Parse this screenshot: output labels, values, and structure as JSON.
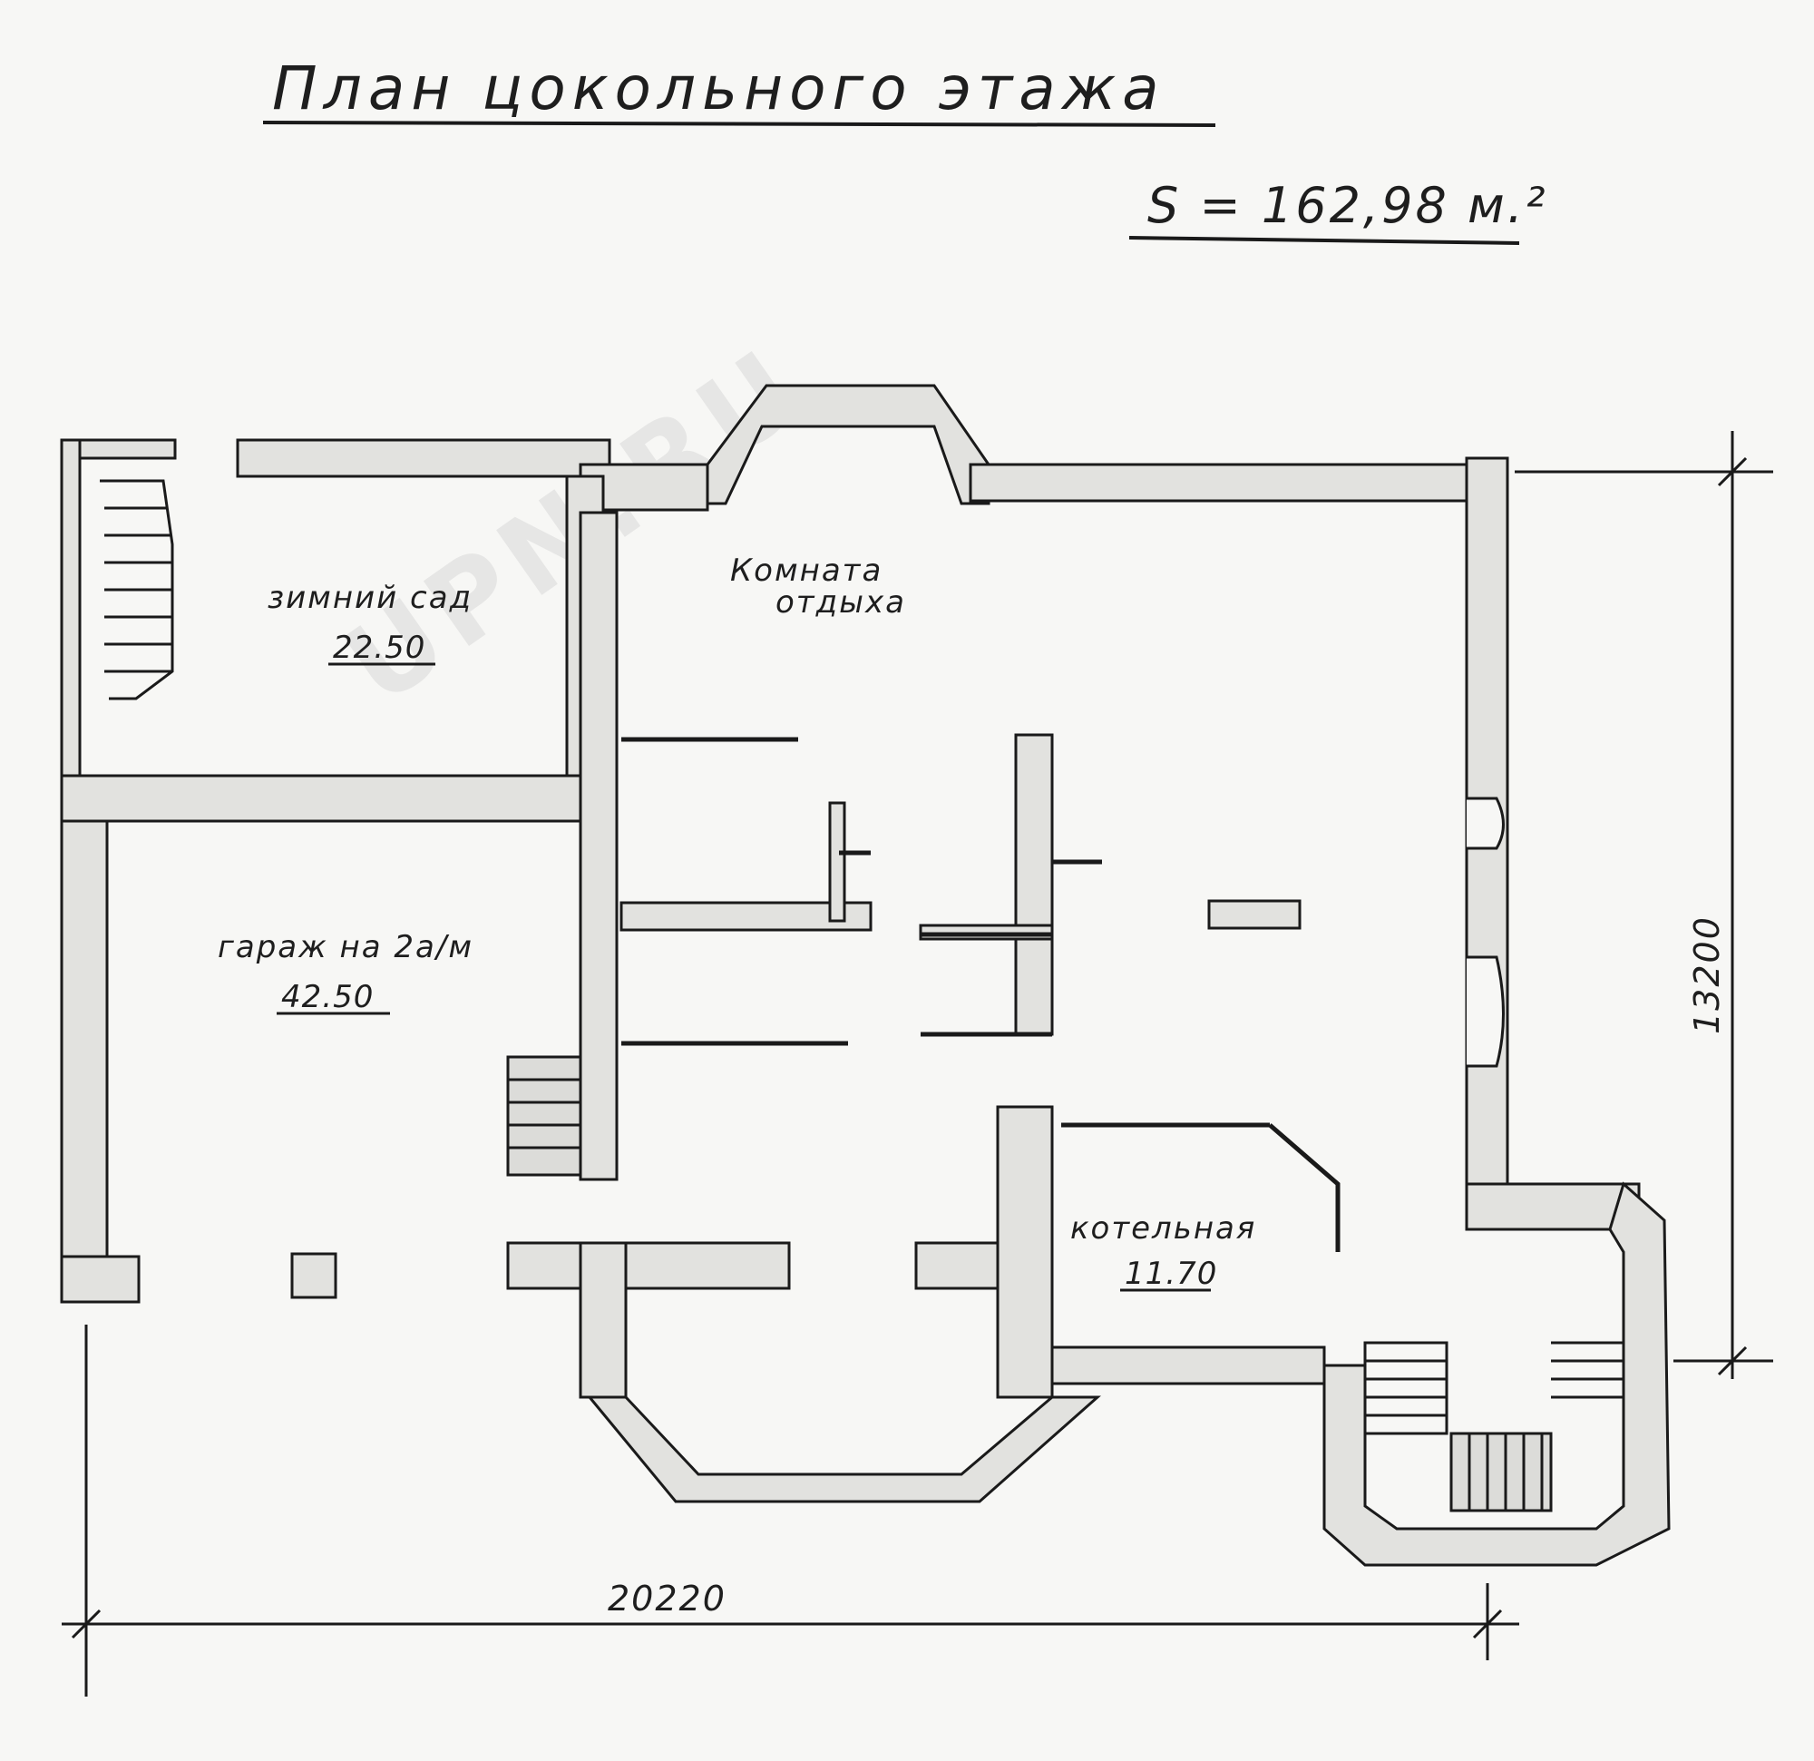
{
  "title": "План цокольного этажа",
  "total_area": "S = 162,98 м.²",
  "rooms": {
    "winter_garden": {
      "name": "зимний сад",
      "area": "22.50"
    },
    "rest_room": {
      "name_line1": "Комната",
      "name_line2": "отдыха"
    },
    "garage": {
      "name": "гараж на 2а/м",
      "area": "42.50"
    },
    "boiler_room": {
      "name": "котельная",
      "area": "11.70"
    }
  },
  "dimensions": {
    "width": "20220",
    "height": "13200"
  },
  "watermark": "UPN.RU",
  "colors": {
    "ink": "#1a1a1a",
    "wall_fill": "#e2e2df",
    "paper": "#f7f7f5"
  }
}
